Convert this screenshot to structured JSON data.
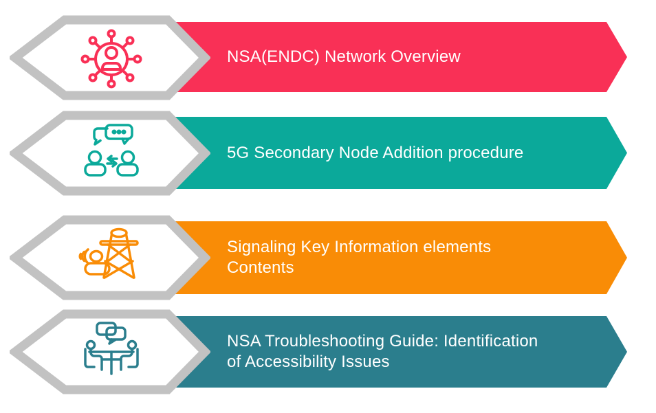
{
  "figure": {
    "type": "infographic-list",
    "background_color": "#FFFFFF",
    "hexagon_outline_color": "#C2C2C2",
    "hexagon_fill_color": "#FFFFFF",
    "text_color": "#FFFFFF",
    "items": [
      {
        "label": "NSA(ENDC) Network Overview",
        "color": "#F93056",
        "icon": "user-network-icon"
      },
      {
        "label": "5G Secondary Node Addition procedure",
        "color": "#0BA99A",
        "icon": "people-conversation-icon"
      },
      {
        "label": "Signaling Key Information elements\nContents",
        "color": "#F98C06",
        "icon": "signal-tower-icon"
      },
      {
        "label": "NSA Troubleshooting Guide: Identification\nof Accessibility Issues",
        "color": "#2B7E8D",
        "icon": "meeting-table-icon"
      }
    ]
  }
}
